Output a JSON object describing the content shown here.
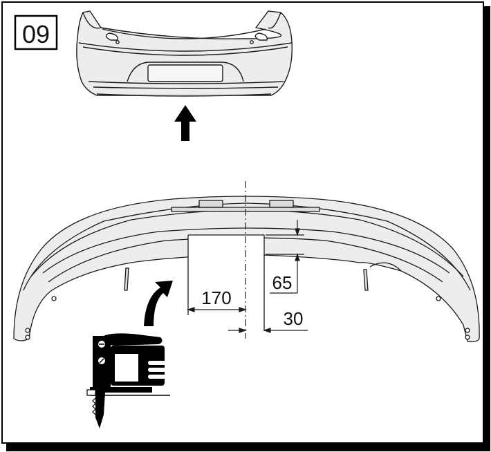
{
  "step": {
    "number": "09"
  },
  "dimensions": {
    "cutout_width": "170",
    "cutout_height": "65",
    "offset": "30"
  },
  "colors": {
    "line": "#1a1a1a",
    "bumper_fill": "#ededed",
    "bumper_shade": "#dcdcdc",
    "cutout_fill": "#ffffff",
    "frame": "#000000"
  },
  "icons": {
    "arrow_up": "arrow-up-icon",
    "curved_arrow": "curved-arrow-icon",
    "jigsaw": "jigsaw-tool-icon"
  }
}
